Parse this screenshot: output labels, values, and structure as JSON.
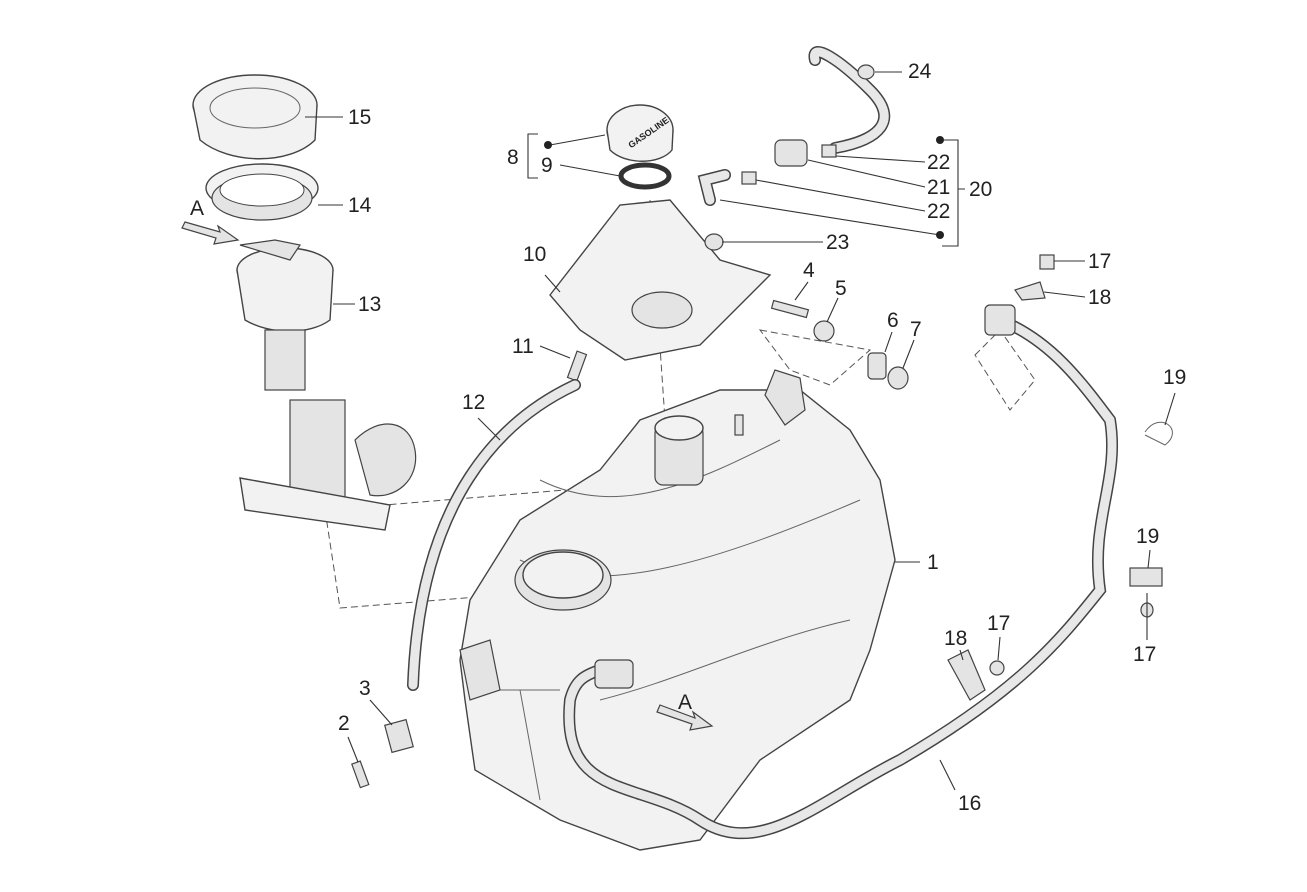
{
  "diagram": {
    "title": "Fuel tank exploded parts diagram",
    "cap_lettering": "GASOLINE",
    "callouts": [
      "24",
      "15",
      "8",
      "9",
      "22",
      "21",
      "20",
      "22",
      "14",
      "A",
      "23",
      "10",
      "17",
      "18",
      "4",
      "5",
      "13",
      "6",
      "7",
      "11",
      "19",
      "12",
      "1",
      "19",
      "18",
      "17",
      "17",
      "3",
      "A",
      "2",
      "16"
    ]
  }
}
